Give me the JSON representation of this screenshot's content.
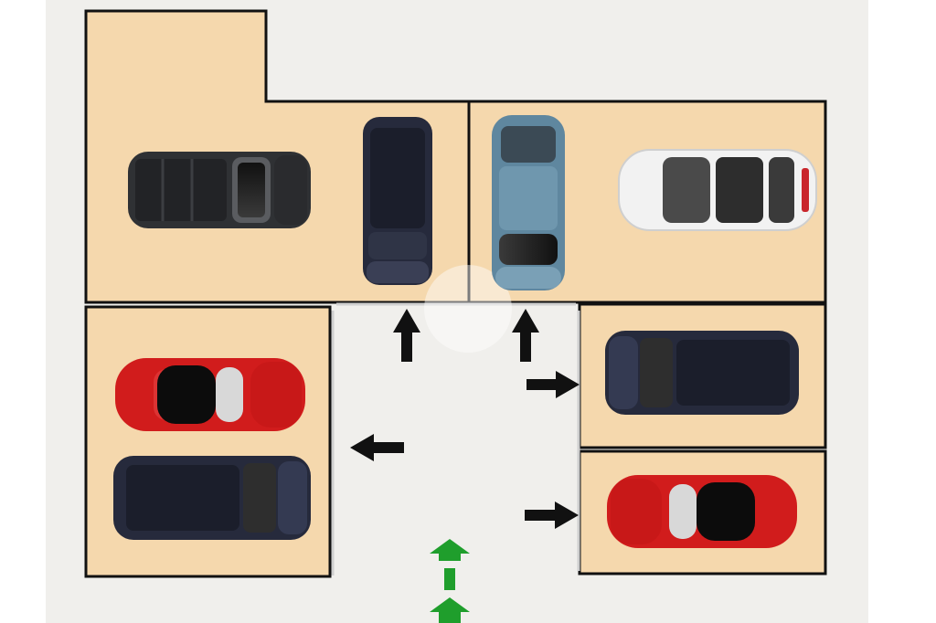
{
  "game": {
    "colors": {
      "background": "#f0efec",
      "page": "#ffffff",
      "lot_floor": "#f5d8ad",
      "wall": "#111111",
      "arrow": "#111111",
      "player_arrow": "#1f9e2c"
    },
    "vehicles": [
      {
        "id": "pickup-black",
        "kind": "pickup",
        "color": "#2f3134",
        "facing": "right",
        "spot": "top-left-a"
      },
      {
        "id": "suv-navy-a",
        "kind": "suv",
        "color": "#262a3c",
        "facing": "down",
        "spot": "top-left-b"
      },
      {
        "id": "suv-blue",
        "kind": "suv",
        "color": "#5f879f",
        "facing": "down",
        "spot": "top-right-a"
      },
      {
        "id": "hatch-white",
        "kind": "hatchback",
        "color": "#f2f2f2",
        "facing": "left",
        "spot": "top-right-b"
      },
      {
        "id": "sports-red-a",
        "kind": "sports",
        "color": "#d11c1c",
        "facing": "left",
        "spot": "left-a"
      },
      {
        "id": "suv-navy-b",
        "kind": "suv",
        "color": "#262a3c",
        "facing": "right",
        "spot": "left-b"
      },
      {
        "id": "suv-navy-c",
        "kind": "suv",
        "color": "#262a3c",
        "facing": "left",
        "spot": "right-a"
      },
      {
        "id": "sports-red-b",
        "kind": "sports",
        "color": "#d11c1c",
        "facing": "right",
        "spot": "right-b"
      }
    ],
    "direction_arrows": [
      "up",
      "up",
      "right",
      "left",
      "right"
    ],
    "entry_arrow": "up"
  }
}
